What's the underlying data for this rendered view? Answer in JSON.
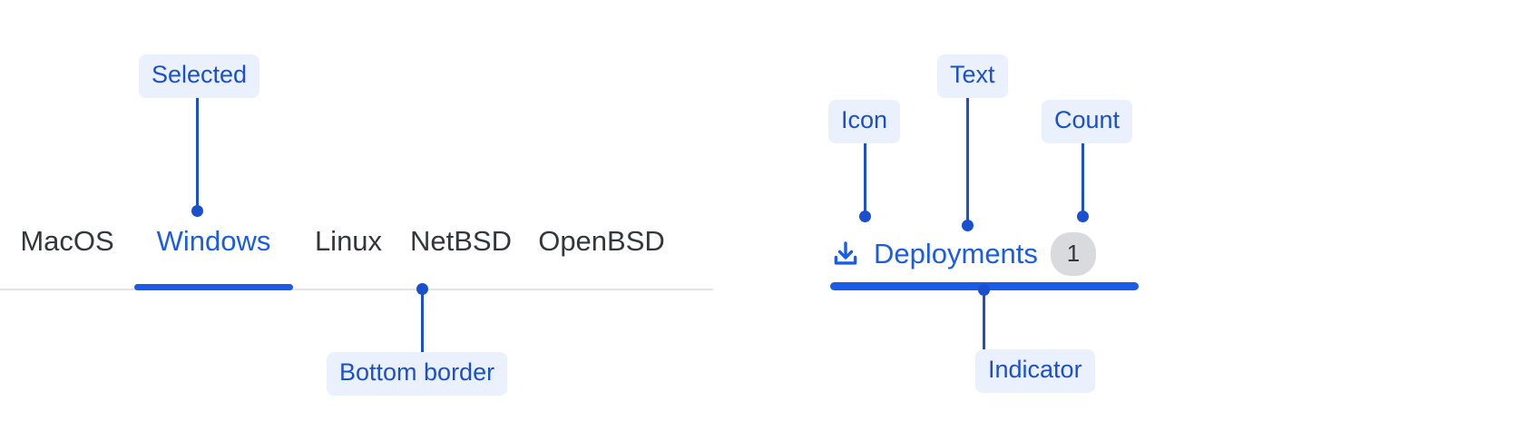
{
  "tabbar_example": {
    "name": "os-tabs",
    "tabs": [
      {
        "label": "MacOS",
        "selected": false
      },
      {
        "label": "Windows",
        "selected": true
      },
      {
        "label": "Linux",
        "selected": false
      },
      {
        "label": "NetBSD",
        "selected": false
      },
      {
        "label": "OpenBSD",
        "selected": false
      }
    ],
    "annotations": {
      "selected": "Selected",
      "bottom_border": "Bottom border"
    }
  },
  "anatomy_example": {
    "icon_name": "download-icon",
    "text": "Deployments",
    "count": "1",
    "annotations": {
      "icon": "Icon",
      "text": "Text",
      "count": "Count",
      "indicator": "Indicator"
    }
  },
  "colors": {
    "annotation_blue": "#1a50d0",
    "annotation_pill_bg": "#eaf1fd",
    "tab_active_blue": "#1a5ce6",
    "tab_text": "#33373d",
    "divider": "#e2e3e5",
    "badge_bg": "#d9dadd"
  }
}
